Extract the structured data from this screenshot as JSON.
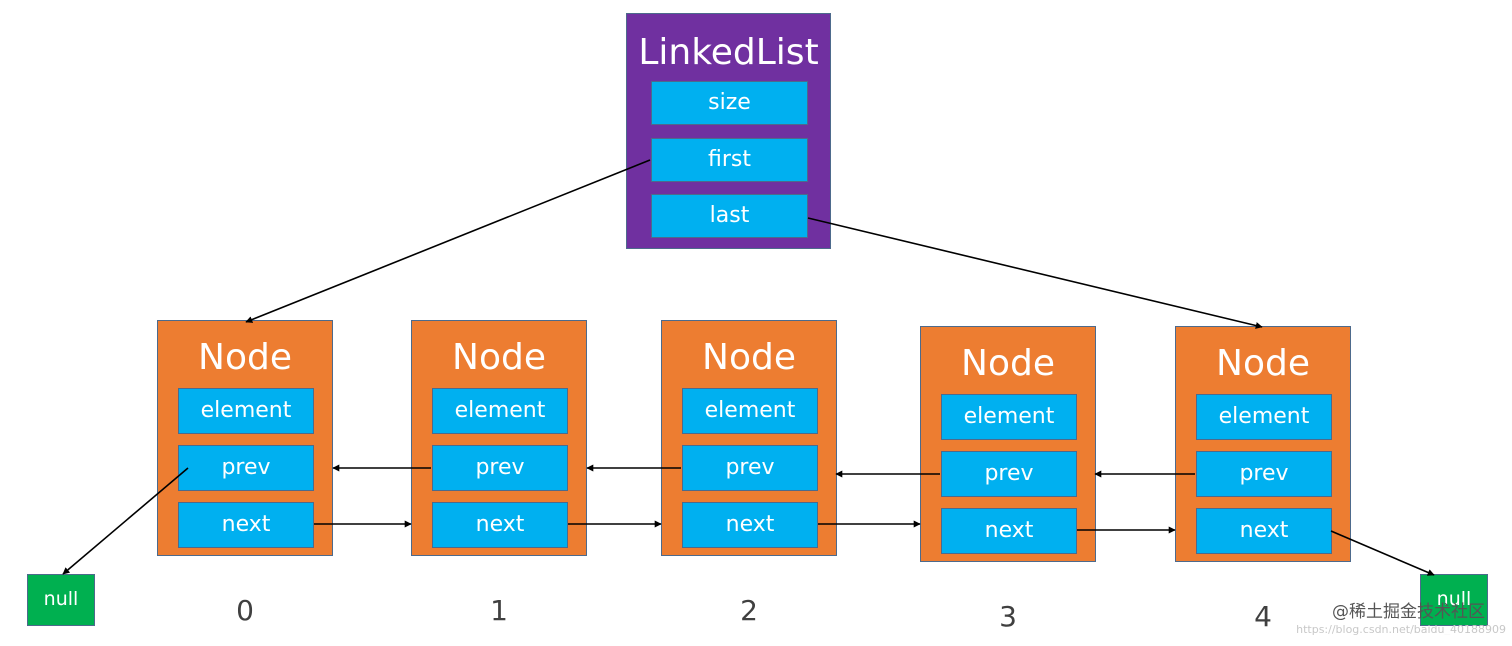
{
  "linked_list": {
    "title": "LinkedList",
    "fields": [
      "size",
      "first",
      "last"
    ]
  },
  "nodes": [
    {
      "title": "Node",
      "fields": [
        "element",
        "prev",
        "next"
      ],
      "index": "0"
    },
    {
      "title": "Node",
      "fields": [
        "element",
        "prev",
        "next"
      ],
      "index": "1"
    },
    {
      "title": "Node",
      "fields": [
        "element",
        "prev",
        "next"
      ],
      "index": "2"
    },
    {
      "title": "Node",
      "fields": [
        "element",
        "prev",
        "next"
      ],
      "index": "3"
    },
    {
      "title": "Node",
      "fields": [
        "element",
        "prev",
        "next"
      ],
      "index": "4"
    }
  ],
  "null_left": "null",
  "null_right": "null",
  "watermark": "@稀土掘金技术社区",
  "watermark_url": "https://blog.csdn.net/baidu_40188909",
  "colors": {
    "linked_list_fill": "#7030a0",
    "node_fill": "#ed7d31",
    "field_fill": "#00b0f0",
    "null_fill": "#00b050",
    "border": "#4d6a8c",
    "arrow": "#000000"
  }
}
